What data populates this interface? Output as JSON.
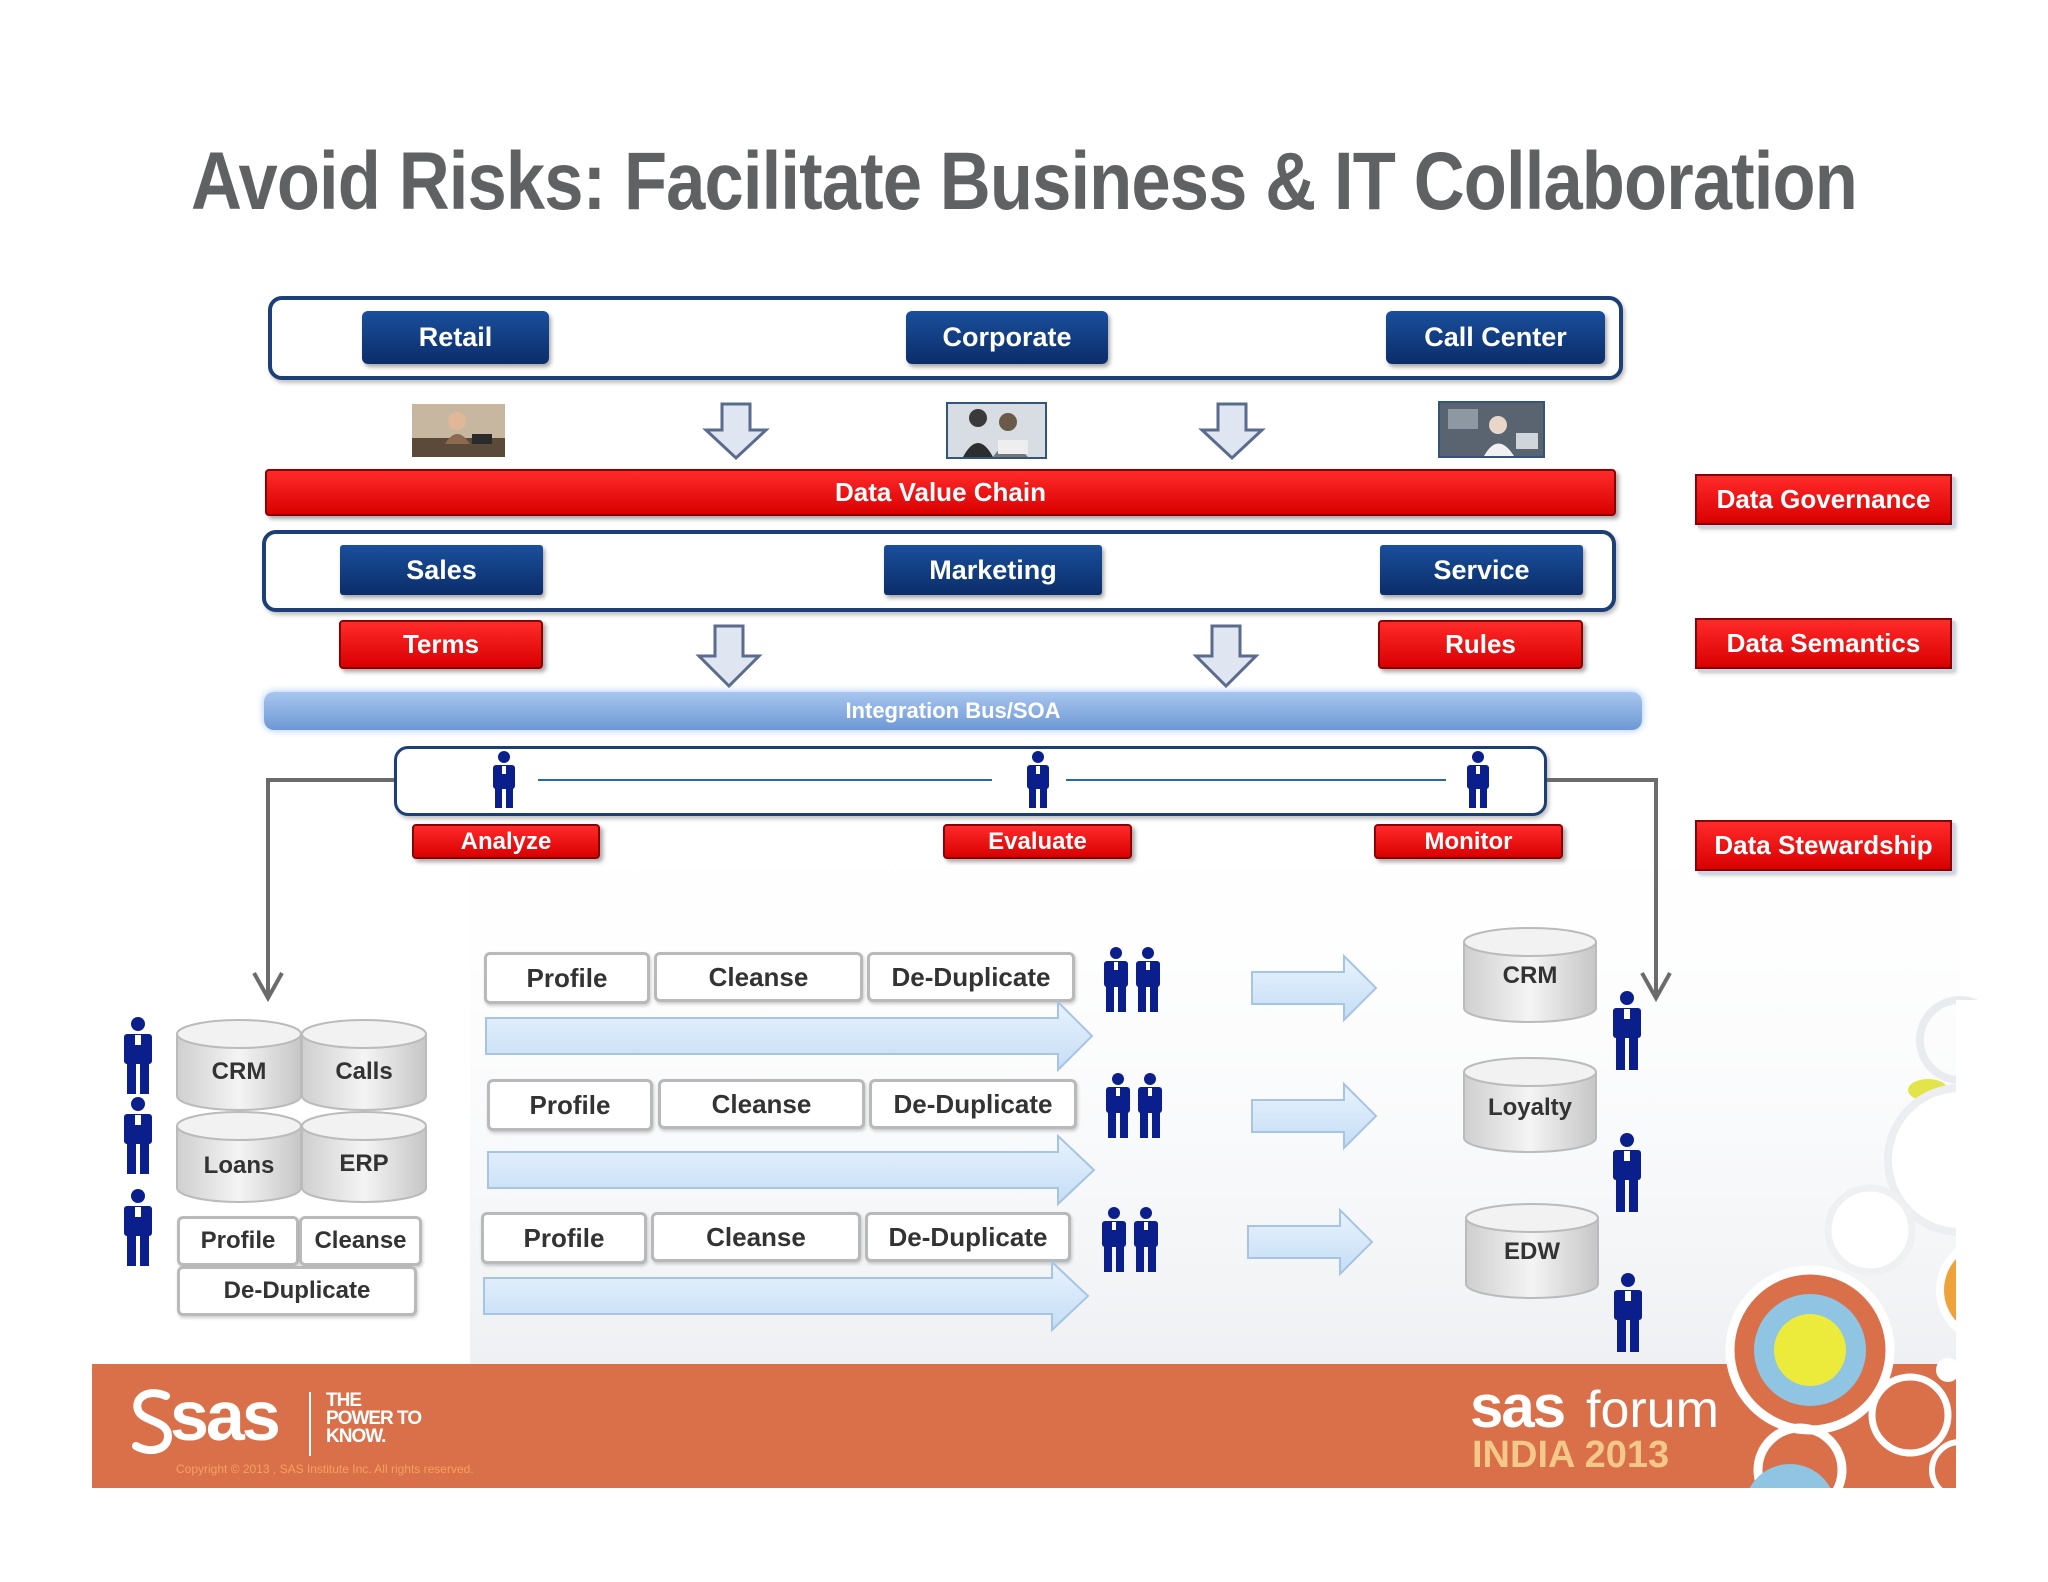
{
  "title": "Avoid Risks: Facilitate Business & IT Collaboration",
  "channels": [
    "Retail",
    "Corporate",
    "Call Center"
  ],
  "value_chain": "Data Value Chain",
  "functions": [
    "Sales",
    "Marketing",
    "Service"
  ],
  "terms": "Terms",
  "rules": "Rules",
  "integration_bus": "Integration Bus/SOA",
  "stewardship_steps": [
    "Analyze",
    "Evaluate",
    "Monitor"
  ],
  "side_labels": {
    "governance": "Data Governance",
    "semantics": "Data Semantics",
    "stewardship": "Data Stewardship"
  },
  "sources": {
    "databases": [
      "CRM",
      "Calls",
      "Loans",
      "ERP"
    ],
    "profile": "Profile",
    "cleanse": "Cleanse",
    "dedup": "De-Duplicate"
  },
  "pipeline_rows": [
    {
      "profile": "Profile",
      "cleanse": "Cleanse",
      "dedup": "De-Duplicate"
    },
    {
      "profile": "Profile",
      "cleanse": "Cleanse",
      "dedup": "De-Duplicate"
    },
    {
      "profile": "Profile",
      "cleanse": "Cleanse",
      "dedup": "De-Duplicate"
    }
  ],
  "targets": [
    "CRM",
    "Loyalty",
    "EDW"
  ],
  "footer": {
    "sas_logo": "sas",
    "tagline": "THE POWER TO KNOW.",
    "copyright": "Copyright © 2013 , SAS Institute Inc. All rights reserved.",
    "forum_brand": "sas",
    "forum_word": "forum",
    "event": "INDIA 2013"
  },
  "colors": {
    "navy": "#0b2d6a",
    "red": "#e00000",
    "bus": "#6d98d6",
    "footer": "#d9704a",
    "person": "#0b1f8c",
    "title": "#5f6163"
  }
}
